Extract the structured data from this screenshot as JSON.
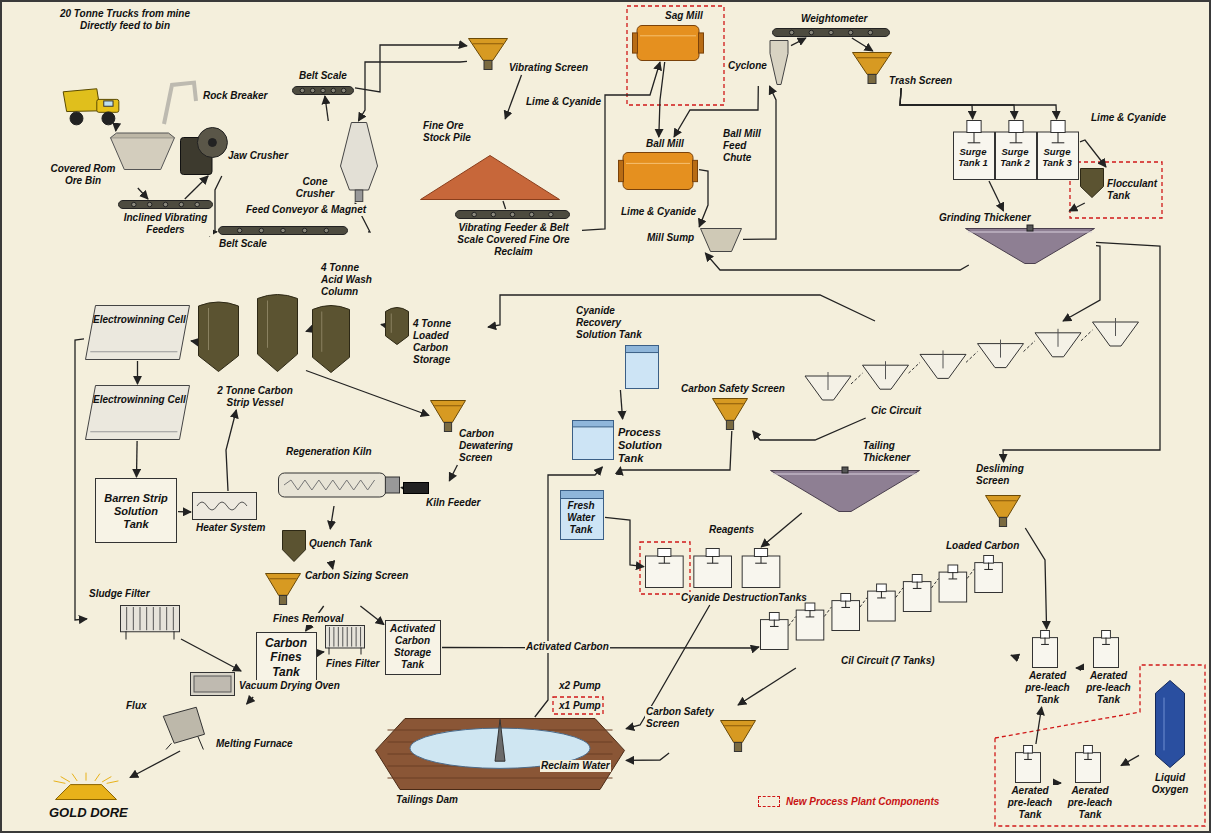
{
  "diagram": {
    "nodes": [
      {
        "text": [
          "20 Tonne Trucks from mine Directly feed to bin"
        ]
      },
      {
        "text": [
          "Rock Breaker"
        ]
      },
      {
        "text": [
          "Covered Rom Ore Bin"
        ]
      },
      {
        "text": [
          "Jaw Crusher"
        ]
      },
      {
        "text": [
          "Inclined Vibrating Feeders"
        ]
      },
      {
        "text": [
          "Feed Conveyor & Magnet",
          "Belt Scale"
        ]
      },
      {
        "text": [
          "Cone Crusher"
        ]
      },
      {
        "text": [
          "Belt Scale"
        ]
      },
      {
        "text": [
          "Vibrating Screen"
        ]
      },
      {
        "text": [
          "Fine Ore Stock Pile"
        ]
      },
      {
        "text": [
          "Vibrating Feeder & Belt Scale Covered Fine Ore Reclaim"
        ]
      },
      {
        "text": [
          "Sag Mill"
        ]
      },
      {
        "text": [
          "Weightometer"
        ]
      },
      {
        "text": [
          "Cyclone"
        ]
      },
      {
        "text": [
          "Trash Screen"
        ]
      },
      {
        "text": [
          "Ball Mill"
        ]
      },
      {
        "text": [
          "Mill Sump"
        ]
      },
      {
        "text": [
          "Surge Tank 1"
        ]
      },
      {
        "text": [
          "Surge Tank 2"
        ]
      },
      {
        "text": [
          "Surge Tank 3"
        ]
      },
      {
        "text": [
          "Flocculant Tank"
        ]
      },
      {
        "text": [
          "Grinding Thickener"
        ]
      },
      {
        "text": [
          "Cic Circuit"
        ]
      },
      {
        "text": [
          "Carbon Safety Screen"
        ]
      },
      {
        "text": [
          "Cyanide Recovery Solution Tank"
        ]
      },
      {
        "text": [
          "Process Solution Tank"
        ]
      },
      {
        "text": [
          "Fresh Water Tank"
        ]
      },
      {
        "text": [
          "Tailing Thickener"
        ]
      },
      {
        "text": [
          "Cyanide DestructionTanks"
        ]
      },
      {
        "text": [
          "Desliming Screen"
        ]
      },
      {
        "text": [
          "Cil Circuit (7 Tanks)"
        ]
      },
      {
        "text": [
          "Aerated pre-leach Tank"
        ]
      },
      {
        "text": [
          "Aerated pre-leach Tank"
        ]
      },
      {
        "text": [
          "Aerated pre-leach Tank"
        ]
      },
      {
        "text": [
          "Aerated pre-leach Tank"
        ]
      },
      {
        "text": [
          "Liquid Oxygen"
        ]
      },
      {
        "text": [
          "Carbon Safety Screen"
        ]
      },
      {
        "text": [
          "Tailings Dam"
        ]
      },
      {
        "text": [
          "4 Tonne Acid Wash Column"
        ]
      },
      {
        "text": [
          "2 Tonne Carbon Strip Vessel"
        ]
      },
      {
        "text": [
          "4 Tonne Loaded Carbon Storage"
        ]
      },
      {
        "text": [
          "Electrowinning Cell"
        ]
      },
      {
        "text": [
          "Electrowinning Cell"
        ]
      },
      {
        "text": [
          "Carbon Dewatering Screen"
        ]
      },
      {
        "text": [
          "Regeneration Kiln"
        ]
      },
      {
        "text": [
          "Kiln Feeder"
        ]
      },
      {
        "text": [
          "Barren Strip Solution Tank"
        ]
      },
      {
        "text": [
          "Heater System"
        ]
      },
      {
        "text": [
          "Quench Tank"
        ]
      },
      {
        "text": [
          "Carbon Sizing Screen"
        ]
      },
      {
        "text": [
          "Carbon Fines Tank"
        ]
      },
      {
        "text": [
          "Fines Filter"
        ]
      },
      {
        "text": [
          "Activated Carbon Storage Tank"
        ]
      },
      {
        "text": [
          "Sludge Filter"
        ]
      },
      {
        "text": [
          "Vacuum Drying Oven"
        ]
      },
      {
        "text": [
          "Melting Furnace"
        ]
      },
      {
        "text": [
          "GOLD DORE"
        ]
      }
    ],
    "edges": [
      {
        "from": 0,
        "to": 2,
        "arrow": "to"
      },
      {
        "from": 2,
        "to": 4,
        "arrow": "to"
      },
      {
        "from": 4,
        "to": 3,
        "arrow": "to"
      },
      {
        "from": 3,
        "to": 5,
        "arrow": "to"
      },
      {
        "from": 5,
        "to": 6,
        "arrow": "to"
      },
      {
        "from": 6,
        "to": 7,
        "arrow": "to"
      },
      {
        "from": 7,
        "to": 8,
        "arrow": "to"
      },
      {
        "from": 8,
        "to": 9,
        "arrow": "to"
      },
      {
        "from": 8,
        "to": 6,
        "arrow": "to"
      },
      {
        "from": 9,
        "to": 10,
        "arrow": "none"
      },
      {
        "from": 10,
        "to": 11,
        "arrow": "to"
      },
      {
        "from": 11,
        "to": 15,
        "arrow": "to"
      },
      {
        "from": 15,
        "to": 16,
        "arrow": "to"
      },
      {
        "from": 16,
        "to": 13,
        "arrow": "to"
      },
      {
        "from": 13,
        "to": 12,
        "arrow": "to"
      },
      {
        "from": 13,
        "to": 15,
        "arrow": "to"
      },
      {
        "from": 12,
        "to": 14,
        "arrow": "to"
      },
      {
        "from": 14,
        "to": 17,
        "arrow": "to"
      },
      {
        "from": 14,
        "to": 18,
        "arrow": "to"
      },
      {
        "from": 14,
        "to": 19,
        "arrow": "to"
      },
      {
        "from": 19,
        "to": 20,
        "arrow": "to"
      },
      {
        "from": 17,
        "to": 21,
        "arrow": "to"
      },
      {
        "from": 20,
        "to": 21,
        "arrow": "to"
      },
      {
        "from": 21,
        "to": 22,
        "arrow": "to"
      },
      {
        "from": 21,
        "to": 16,
        "arrow": "to"
      },
      {
        "from": 22,
        "to": 23,
        "arrow": "to"
      },
      {
        "from": 23,
        "to": 25,
        "arrow": "to"
      },
      {
        "from": 24,
        "to": 25,
        "arrow": "to"
      },
      {
        "from": 22,
        "to": 40,
        "arrow": "to"
      },
      {
        "from": 40,
        "to": 38,
        "arrow": "to"
      },
      {
        "from": 38,
        "to": 39,
        "arrow": "to"
      },
      {
        "from": 39,
        "to": 41,
        "arrow": "to"
      },
      {
        "from": 41,
        "to": 42,
        "arrow": "to"
      },
      {
        "from": 42,
        "to": 46,
        "arrow": "to"
      },
      {
        "from": 46,
        "to": 47,
        "arrow": "to"
      },
      {
        "from": 47,
        "to": 39,
        "arrow": "to"
      },
      {
        "from": 41,
        "to": 53,
        "arrow": "to"
      },
      {
        "from": 53,
        "to": 54,
        "arrow": "to"
      },
      {
        "from": 54,
        "to": 55,
        "arrow": "to"
      },
      {
        "from": 55,
        "to": 56,
        "arrow": "to"
      },
      {
        "from": 39,
        "to": 43,
        "arrow": "to"
      },
      {
        "from": 43,
        "to": 45,
        "arrow": "to"
      },
      {
        "from": 45,
        "to": 44,
        "arrow": "to"
      },
      {
        "from": 44,
        "to": 48,
        "arrow": "to"
      },
      {
        "from": 48,
        "to": 49,
        "arrow": "to"
      },
      {
        "from": 49,
        "to": 50,
        "arrow": "to"
      },
      {
        "from": 50,
        "to": 51,
        "arrow": "to"
      },
      {
        "from": 49,
        "to": 52,
        "arrow": "to"
      },
      {
        "from": 52,
        "to": 30,
        "arrow": "to"
      },
      {
        "from": 21,
        "to": 29,
        "arrow": "to"
      },
      {
        "from": 29,
        "to": 31,
        "arrow": "to"
      },
      {
        "from": 32,
        "to": 31,
        "arrow": "to"
      },
      {
        "from": 31,
        "to": 30,
        "arrow": "to"
      },
      {
        "from": 35,
        "to": 34,
        "arrow": "to"
      },
      {
        "from": 34,
        "to": 33,
        "arrow": "to"
      },
      {
        "from": 33,
        "to": 31,
        "arrow": "to"
      },
      {
        "from": 30,
        "to": 36,
        "arrow": "to"
      },
      {
        "from": 36,
        "to": 37,
        "arrow": "to"
      },
      {
        "from": 37,
        "to": 25,
        "arrow": "to"
      },
      {
        "from": 26,
        "to": 28,
        "arrow": "to"
      },
      {
        "from": 27,
        "to": 28,
        "arrow": "to"
      },
      {
        "from": 28,
        "to": 37,
        "arrow": "to"
      }
    ],
    "labels": [
      "Lime & Cyanide",
      "Lime & Cyanide",
      "Lime & Cyanide",
      "Ball Mill Feed Chute",
      "Reagents",
      "Loaded Carbon",
      "Activated Carbon",
      "x2 Pump",
      "x1 Pump",
      "Reclaim Water",
      "Flux",
      "Fines Removal"
    ],
    "legend": [
      {
        "text": "New Process Plant Components"
      }
    ]
  }
}
